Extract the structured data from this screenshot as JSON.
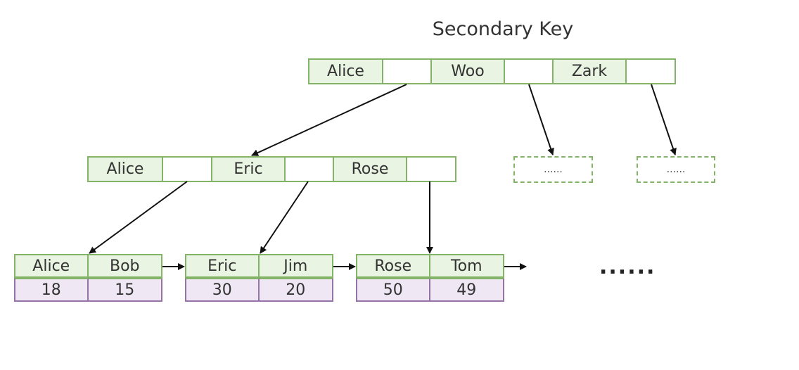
{
  "title": "Secondary Key",
  "root": {
    "keys": [
      "Alice",
      "Woo",
      "Zark"
    ]
  },
  "internal": {
    "keys": [
      "Alice",
      "Eric",
      "Rose"
    ]
  },
  "placeholders": [
    "......",
    "......"
  ],
  "leaves": [
    {
      "keys": [
        "Alice",
        "Bob"
      ],
      "values": [
        "18",
        "15"
      ]
    },
    {
      "keys": [
        "Eric",
        "Jim"
      ],
      "values": [
        "30",
        "20"
      ]
    },
    {
      "keys": [
        "Rose",
        "Tom"
      ],
      "values": [
        "50",
        "49"
      ]
    }
  ],
  "more": "......",
  "colors": {
    "key_border": "#82b366",
    "key_fill": "#e9f4e2",
    "value_border": "#9673a6",
    "value_fill": "#efe7f4",
    "arrow": "#111111"
  }
}
